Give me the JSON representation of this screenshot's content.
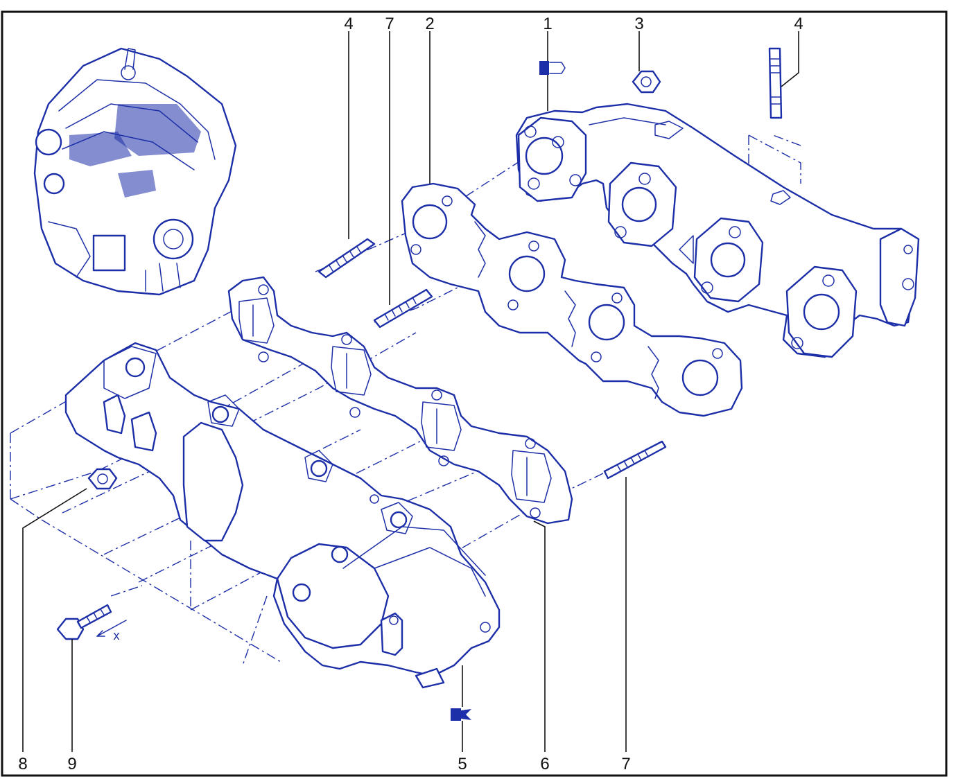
{
  "callouts": {
    "top_4a": "4",
    "top_7": "7",
    "top_2": "2",
    "top_1": "1",
    "top_3": "3",
    "top_4b": "4",
    "bottom_8": "8",
    "bottom_9": "9",
    "bottom_5": "5",
    "bottom_6": "6",
    "bottom_7": "7"
  },
  "dimension_label": "x",
  "colors": {
    "line": "#1d2fa8",
    "frame": "#111111",
    "background": "#ffffff"
  }
}
